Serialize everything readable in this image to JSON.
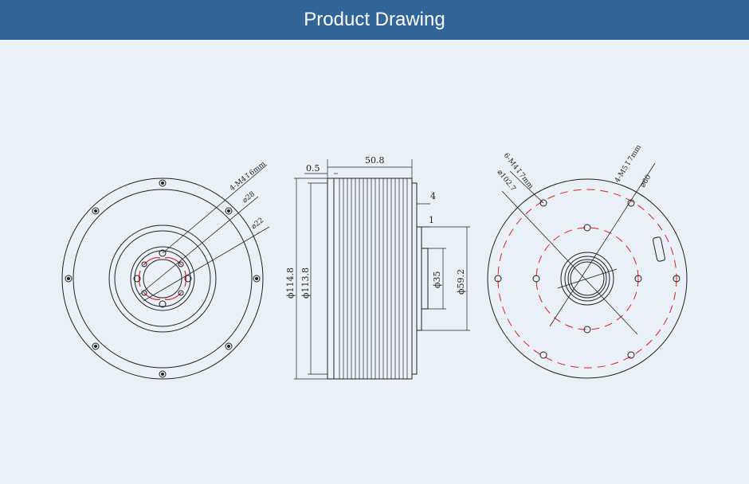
{
  "header": {
    "title": "Product Drawing"
  },
  "colors": {
    "header_bg": "#316497",
    "background": "#eaf0f7",
    "line": "#222222",
    "accent": "#e11d1d"
  },
  "front_view": {
    "callout_holes": "4-M4↧6mm",
    "dia_inner": "⌀28",
    "dia_hub": "⌀22"
  },
  "side_view": {
    "dim_length": "50.8",
    "dim_flange": "0.5",
    "dim_step1": "4",
    "dim_step2": "1",
    "dia_outer": "ϕ114.8",
    "dia_body": "ϕ113.8",
    "dia_shaft": "ϕ35",
    "dia_boss": "ϕ59.2"
  },
  "back_view": {
    "callout_outer_holes": "6-M4↧7mm",
    "dia_outer_circle": "⌀102.7",
    "callout_inner_holes": "4-M5↧7mm",
    "dia_inner_circle": "⌀60"
  }
}
